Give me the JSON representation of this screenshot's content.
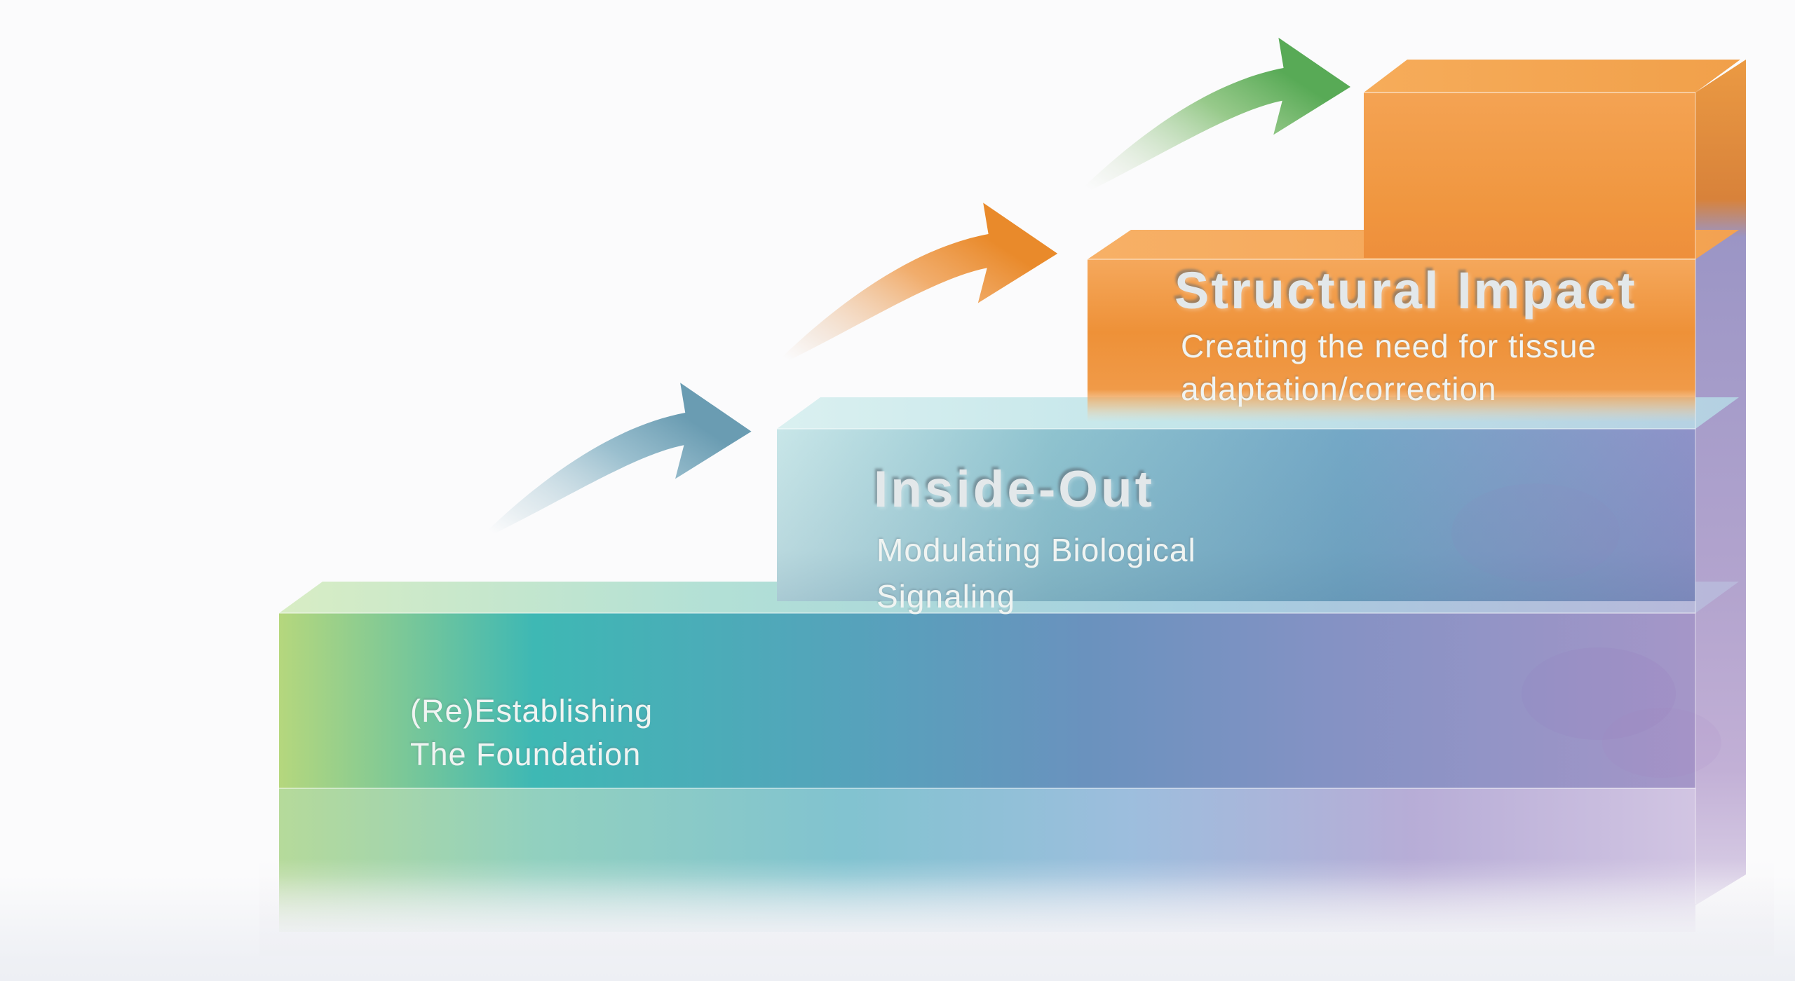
{
  "diagram": {
    "type": "staircase-3-step-infographic",
    "steps": [
      {
        "id": "foundation",
        "label_lines": [
          "(Re)Establishing",
          "The Foundation"
        ]
      },
      {
        "id": "inside-out",
        "title": "Inside-Out",
        "subtitle_lines": [
          "Modulating Biological",
          "Signaling"
        ]
      },
      {
        "id": "structural-impact",
        "title": "Structural Impact",
        "subtitle_lines": [
          "Creating the need for tissue",
          "adaptation/correction"
        ]
      },
      {
        "id": "apex-block"
      }
    ],
    "arrows": [
      {
        "id": "arrow-step-1-2",
        "color": "blue"
      },
      {
        "id": "arrow-step-2-3",
        "color": "orange"
      },
      {
        "id": "arrow-step-3-4",
        "color": "green"
      }
    ]
  },
  "colors": {
    "background": "#fbfbfc",
    "bottom_haze": "#edeff4",
    "slab_front": [
      "#b5d77d",
      "#3eb8b4",
      "#55a3bb",
      "#6a92be",
      "#8492c4",
      "#a596c8"
    ],
    "slab_top": [
      "#d8edc4",
      "#b2e0d6",
      "#a5cfe0",
      "#b9b7da"
    ],
    "base_front": [
      "#a9d489",
      "#7fc9b4",
      "#6cb9c8",
      "#8cb3d8",
      "#ab9fd0",
      "#cabbde"
    ],
    "step2_front": [
      "#c8e6e8",
      "#8fc3cf",
      "#74a8c6",
      "#8e92c8"
    ],
    "step2_top": [
      "#daf0f0",
      "#c4e6ea",
      "#b4d0e2"
    ],
    "step3_front": [
      "#f5a85c",
      "#ee9138",
      "#f09a48",
      "#f2b878",
      "#f5d2a8"
    ],
    "step3_top": [
      "#f7b066",
      "#f3a251"
    ],
    "box_front": [
      "#f4a353",
      "#f0963f",
      "#ee8f3c"
    ],
    "box_top": [
      "#f6ac5a",
      "#f1a04a"
    ],
    "side_orange_top": "#eb9a43",
    "side_orange_bottom": "#d8823a",
    "side_purple": [
      "#9b95c5",
      "#a79dca",
      "#b3a4ce",
      "#c2b0d6",
      "#dcd2e8"
    ],
    "arrow_blue": {
      "head": "#6a9cb2",
      "mid": "#8fb8c9",
      "tail": "#ccdde4"
    },
    "arrow_orange": {
      "head": "#e98a2b",
      "mid": "#f0a45c",
      "tail": "#eed6c2"
    },
    "arrow_green": {
      "head": "#58aa56",
      "mid": "#8cc47e",
      "tail": "#dfe9d9"
    },
    "title_text": "#e3e8ea",
    "subtitle_text": "#f0f4f2"
  }
}
